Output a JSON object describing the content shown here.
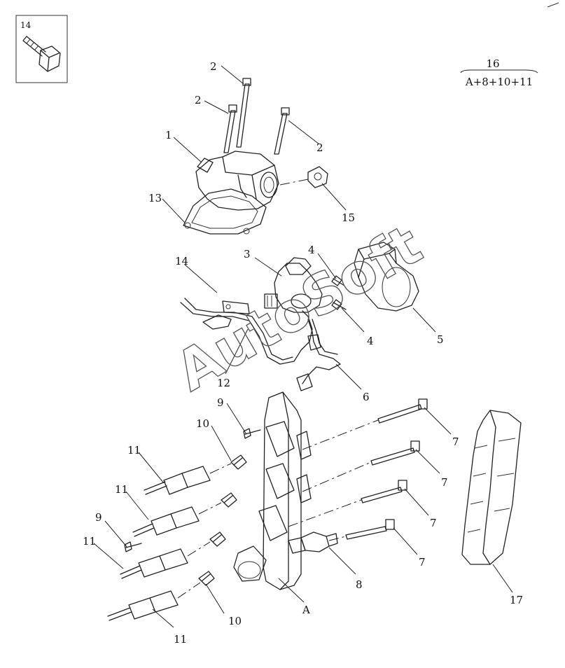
{
  "inset": {
    "label": "14"
  },
  "kit": {
    "number": "16",
    "contents": "A+8+10+11"
  },
  "watermark": "AutoSoft",
  "callouts": {
    "c1": "1",
    "c2a": "2",
    "c2b": "2",
    "c2c": "2",
    "c3": "3",
    "c4a": "4",
    "c4b": "4",
    "c5": "5",
    "c6": "6",
    "c7a": "7",
    "c7b": "7",
    "c7c": "7",
    "c7d": "7",
    "c8": "8",
    "c9a": "9",
    "c9b": "9",
    "c10a": "10",
    "c10b": "10",
    "c11a": "11",
    "c11b": "11",
    "c11c": "11",
    "c11d": "11",
    "c12": "12",
    "c13": "13",
    "c14": "14",
    "c15": "15",
    "c17": "17",
    "cA": "A"
  }
}
